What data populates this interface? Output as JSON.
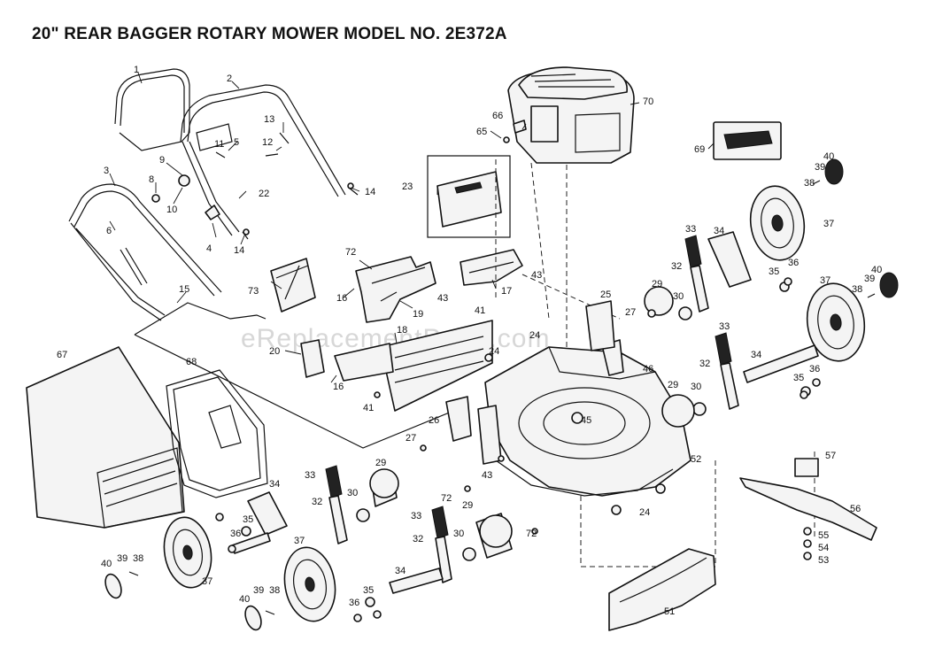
{
  "title": "20\" REAR BAGGER ROTARY MOWER MODEL NO. 2E372A",
  "watermark": "eReplacementParts.com",
  "callouts": [
    {
      "id": "c1",
      "text": "1"
    },
    {
      "id": "c2",
      "text": "2"
    },
    {
      "id": "c3",
      "text": "3"
    },
    {
      "id": "c4",
      "text": "4"
    },
    {
      "id": "c5",
      "text": "5"
    },
    {
      "id": "c6",
      "text": "6"
    },
    {
      "id": "c8",
      "text": "8"
    },
    {
      "id": "c9",
      "text": "9"
    },
    {
      "id": "c10",
      "text": "10"
    },
    {
      "id": "c11",
      "text": "11"
    },
    {
      "id": "c12",
      "text": "12"
    },
    {
      "id": "c13",
      "text": "13"
    },
    {
      "id": "c14a",
      "text": "14"
    },
    {
      "id": "c14b",
      "text": "14"
    },
    {
      "id": "c15",
      "text": "15"
    },
    {
      "id": "c16a",
      "text": "16"
    },
    {
      "id": "c16b",
      "text": "16"
    },
    {
      "id": "c17",
      "text": "17"
    },
    {
      "id": "c18",
      "text": "18"
    },
    {
      "id": "c19",
      "text": "19"
    },
    {
      "id": "c20",
      "text": "20"
    },
    {
      "id": "c22",
      "text": "22"
    },
    {
      "id": "c23",
      "text": "23"
    },
    {
      "id": "c24a",
      "text": "24"
    },
    {
      "id": "c24b",
      "text": "24"
    },
    {
      "id": "c24c",
      "text": "24"
    },
    {
      "id": "c25",
      "text": "25"
    },
    {
      "id": "c26",
      "text": "26"
    },
    {
      "id": "c27a",
      "text": "27"
    },
    {
      "id": "c27b",
      "text": "27"
    },
    {
      "id": "c29a",
      "text": "29"
    },
    {
      "id": "c29b",
      "text": "29"
    },
    {
      "id": "c29c",
      "text": "29"
    },
    {
      "id": "c29d",
      "text": "29"
    },
    {
      "id": "c30a",
      "text": "30"
    },
    {
      "id": "c30b",
      "text": "30"
    },
    {
      "id": "c30c",
      "text": "30"
    },
    {
      "id": "c30d",
      "text": "30"
    },
    {
      "id": "c32a",
      "text": "32"
    },
    {
      "id": "c32b",
      "text": "32"
    },
    {
      "id": "c32c",
      "text": "32"
    },
    {
      "id": "c32d",
      "text": "32"
    },
    {
      "id": "c33a",
      "text": "33"
    },
    {
      "id": "c33b",
      "text": "33"
    },
    {
      "id": "c33c",
      "text": "33"
    },
    {
      "id": "c33d",
      "text": "33"
    },
    {
      "id": "c34a",
      "text": "34"
    },
    {
      "id": "c34b",
      "text": "34"
    },
    {
      "id": "c34c",
      "text": "34"
    },
    {
      "id": "c34d",
      "text": "34"
    },
    {
      "id": "c35a",
      "text": "35"
    },
    {
      "id": "c35b",
      "text": "35"
    },
    {
      "id": "c35c",
      "text": "35"
    },
    {
      "id": "c35d",
      "text": "35"
    },
    {
      "id": "c36a",
      "text": "36"
    },
    {
      "id": "c36b",
      "text": "36"
    },
    {
      "id": "c36c",
      "text": "36"
    },
    {
      "id": "c36d",
      "text": "36"
    },
    {
      "id": "c37a",
      "text": "37"
    },
    {
      "id": "c37b",
      "text": "37"
    },
    {
      "id": "c37c",
      "text": "37"
    },
    {
      "id": "c37d",
      "text": "37"
    },
    {
      "id": "c38a",
      "text": "38"
    },
    {
      "id": "c38b",
      "text": "38"
    },
    {
      "id": "c38c",
      "text": "38"
    },
    {
      "id": "c38d",
      "text": "38"
    },
    {
      "id": "c39a",
      "text": "39"
    },
    {
      "id": "c39b",
      "text": "39"
    },
    {
      "id": "c39c",
      "text": "39"
    },
    {
      "id": "c39d",
      "text": "39"
    },
    {
      "id": "c40a",
      "text": "40"
    },
    {
      "id": "c40b",
      "text": "40"
    },
    {
      "id": "c40c",
      "text": "40"
    },
    {
      "id": "c40d",
      "text": "40"
    },
    {
      "id": "c41a",
      "text": "41"
    },
    {
      "id": "c41b",
      "text": "41"
    },
    {
      "id": "c43a",
      "text": "43"
    },
    {
      "id": "c43b",
      "text": "43"
    },
    {
      "id": "c43c",
      "text": "43"
    },
    {
      "id": "c45",
      "text": "45"
    },
    {
      "id": "c46",
      "text": "46"
    },
    {
      "id": "c51",
      "text": "51"
    },
    {
      "id": "c52",
      "text": "52"
    },
    {
      "id": "c53",
      "text": "53"
    },
    {
      "id": "c54",
      "text": "54"
    },
    {
      "id": "c55",
      "text": "55"
    },
    {
      "id": "c56",
      "text": "56"
    },
    {
      "id": "c57",
      "text": "57"
    },
    {
      "id": "c65",
      "text": "65"
    },
    {
      "id": "c66",
      "text": "66"
    },
    {
      "id": "c67",
      "text": "67"
    },
    {
      "id": "c68",
      "text": "68"
    },
    {
      "id": "c69",
      "text": "69"
    },
    {
      "id": "c70",
      "text": "70"
    },
    {
      "id": "c72a",
      "text": "72"
    },
    {
      "id": "c72b",
      "text": "72"
    },
    {
      "id": "c72c",
      "text": "72"
    },
    {
      "id": "c73",
      "text": "73"
    }
  ]
}
